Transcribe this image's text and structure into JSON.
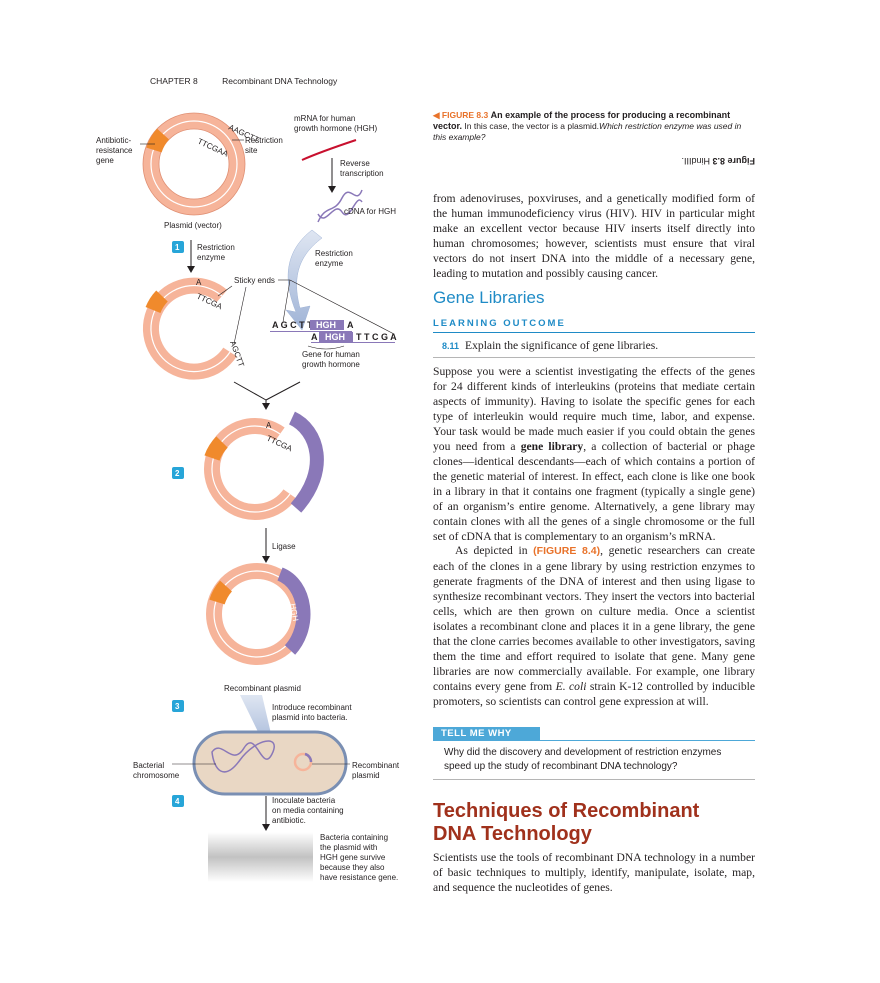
{
  "running_head": {
    "chapter": "CHAPTER 8",
    "title": "Recombinant DNA Technology"
  },
  "figure": {
    "labels": {
      "antibiotic": [
        "Antibiotic-",
        "resistance",
        "gene"
      ],
      "restriction_site": [
        "Restriction",
        "site"
      ],
      "mrna": [
        "mRNA for human",
        "growth hormone (HGH)"
      ],
      "reverse": [
        "Reverse",
        "transcription"
      ],
      "cdna": "cDNA for HGH",
      "plasmid_vector": "Plasmid (vector)",
      "step1_enzyme": [
        "Restriction",
        "enzyme"
      ],
      "restriction_enzyme_right": [
        "Restriction",
        "enzyme"
      ],
      "sticky_ends": "Sticky ends",
      "gene_hgh": [
        "Gene for human",
        "growth hormone"
      ],
      "ligase": "Ligase",
      "recombinant_plasmid": "Recombinant plasmid",
      "introduce": [
        "Introduce recombinant",
        "plasmid into bacteria."
      ],
      "bacterial_chromosome": [
        "Bacterial",
        "chromosome"
      ],
      "recombinant_plasmid_right": [
        "Recombinant",
        "plasmid"
      ],
      "inoculate": [
        "Inoculate bacteria",
        "on media containing",
        "antibiotic."
      ],
      "bacteria_surviving": [
        "Bacteria containing",
        "the plasmid with",
        "HGH gene survive",
        "because they also",
        "have resistance gene."
      ]
    },
    "steps": [
      "1",
      "2",
      "3",
      "4"
    ],
    "sequences": {
      "site_top": "AAGCTT",
      "site_bottom": "TTCGAA",
      "cut_top": "A",
      "cut_bottom": "TTCGA",
      "cut_right": "AGCTT",
      "insert_top_left": "A G C T T",
      "insert_hgh": "HGH",
      "insert_top_right": "A",
      "insert_bottom_left": "A",
      "insert_bottom_right": "T T C G A"
    },
    "colors": {
      "plasmid": "#f6b49a",
      "resistance": "#f08a2c",
      "dna": "#8a78b8",
      "mrna": "#c8102e",
      "step_badge": "#27a5d8",
      "cell": "#e9d7c4"
    }
  },
  "caption": {
    "number": "FIGURE 8.3",
    "title": "An example of the process for producing a recombinant vector.",
    "text": " In this case, the vector is a plasmid.",
    "question": "Which restriction enzyme was used in this example?",
    "answer_num": "Figure 8.3",
    "answer_text": "HindIII."
  },
  "intro_para": "from adenoviruses, poxviruses, and a genetically modified form of the human immunodeficiency virus (HIV). HIV in particular might make an excellent vector because HIV inserts itself directly into human chromosomes; however, scientists must ensure that viral vectors do not insert DNA into the middle of a necessary gene, leading to mutation and possibly causing cancer.",
  "gene_libraries": {
    "heading": "Gene Libraries",
    "lo_heading": "LEARNING OUTCOME",
    "lo_num": "8.11",
    "lo_text": "Explain the significance of gene libraries.",
    "p1_a": "Suppose you were a scientist investigating the effects of the genes for 24 different kinds of interleukins (proteins that mediate certain aspects of immunity). Having to isolate the specific genes for each type of interleukin would require much time, labor, and expense. Your task would be made much easier if you could obtain the genes you need from a ",
    "p1_bold": "gene library",
    "p1_b": ", a collection of bacterial or phage clones—identical descendants—each of which contains a portion of the genetic material of interest. In effect, each clone is like one book in a library in that it contains one fragment (typically a single gene) of an organism’s entire genome. Alternatively, a gene library may contain clones with all the genes of a single chromosome or the full set of cDNA that is complementary to an organism’s mRNA.",
    "p2_a": "As depicted in ",
    "p2_ref": "(FIGURE 8.4)",
    "p2_b": ", genetic researchers can create each of the clones in a gene library by using restriction enzymes to generate fragments of the DNA of interest and then using ligase to synthesize recombinant vectors. They insert the vectors into bacterial cells, which are then grown on culture media. Once a scientist isolates a recombinant clone and places it in a gene library, the gene that the clone carries becomes available to other investigators, saving them the time and effort required to isolate that gene. Many gene libraries are now commercially available. For example, one library contains every gene from ",
    "p2_ital": "E. coli",
    "p2_c": " strain K-12 controlled by inducible promoters, so scientists can control gene expression at will."
  },
  "tell_me_why": {
    "label": "TELL ME WHY",
    "question": "Why did the discovery and development of restriction enzymes speed up the study of recombinant DNA technology?"
  },
  "techniques": {
    "heading_line1": "Techniques of Recombinant",
    "heading_line2": "DNA Technology",
    "para": "Scientists use the tools of recombinant DNA technology in a number of basic techniques to multiply, identify, manipulate, isolate, map, and sequence the nucleotides of genes."
  }
}
